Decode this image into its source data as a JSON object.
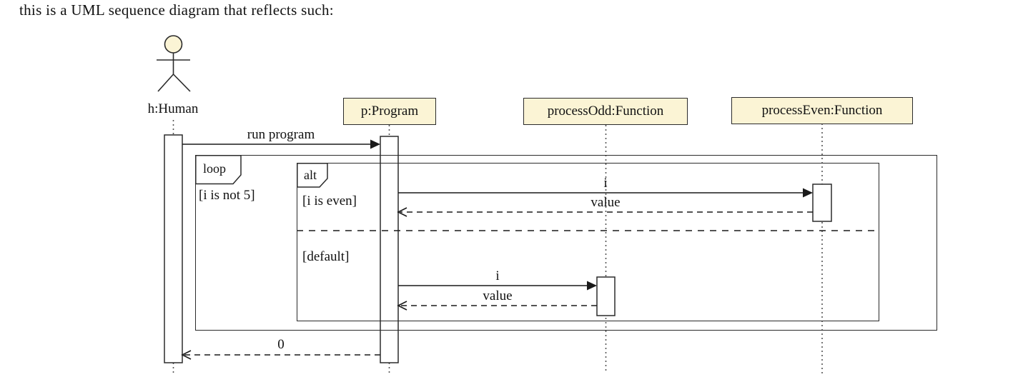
{
  "title": "this is a UML sequence diagram that reflects such:",
  "actor": {
    "label": "h:Human"
  },
  "lifelines": [
    {
      "label": "p:Program"
    },
    {
      "label": "processOdd:Function"
    },
    {
      "label": "processEven:Function"
    }
  ],
  "frames": {
    "loop": {
      "operator": "loop",
      "guard": "[i is not 5]"
    },
    "alt": {
      "operator": "alt",
      "guard_even": "[i is even]",
      "guard_default": "[default]"
    }
  },
  "messages": {
    "run_program": "run program",
    "even_call": "i",
    "even_return": "value",
    "odd_call": "i",
    "odd_return": "value",
    "final_return": "0"
  },
  "colors": {
    "node_fill": "#FBF4D5",
    "node_border": "#2B2B2B",
    "line": "#1A1A1A",
    "lifeline": "#555555",
    "text": "#111111"
  }
}
